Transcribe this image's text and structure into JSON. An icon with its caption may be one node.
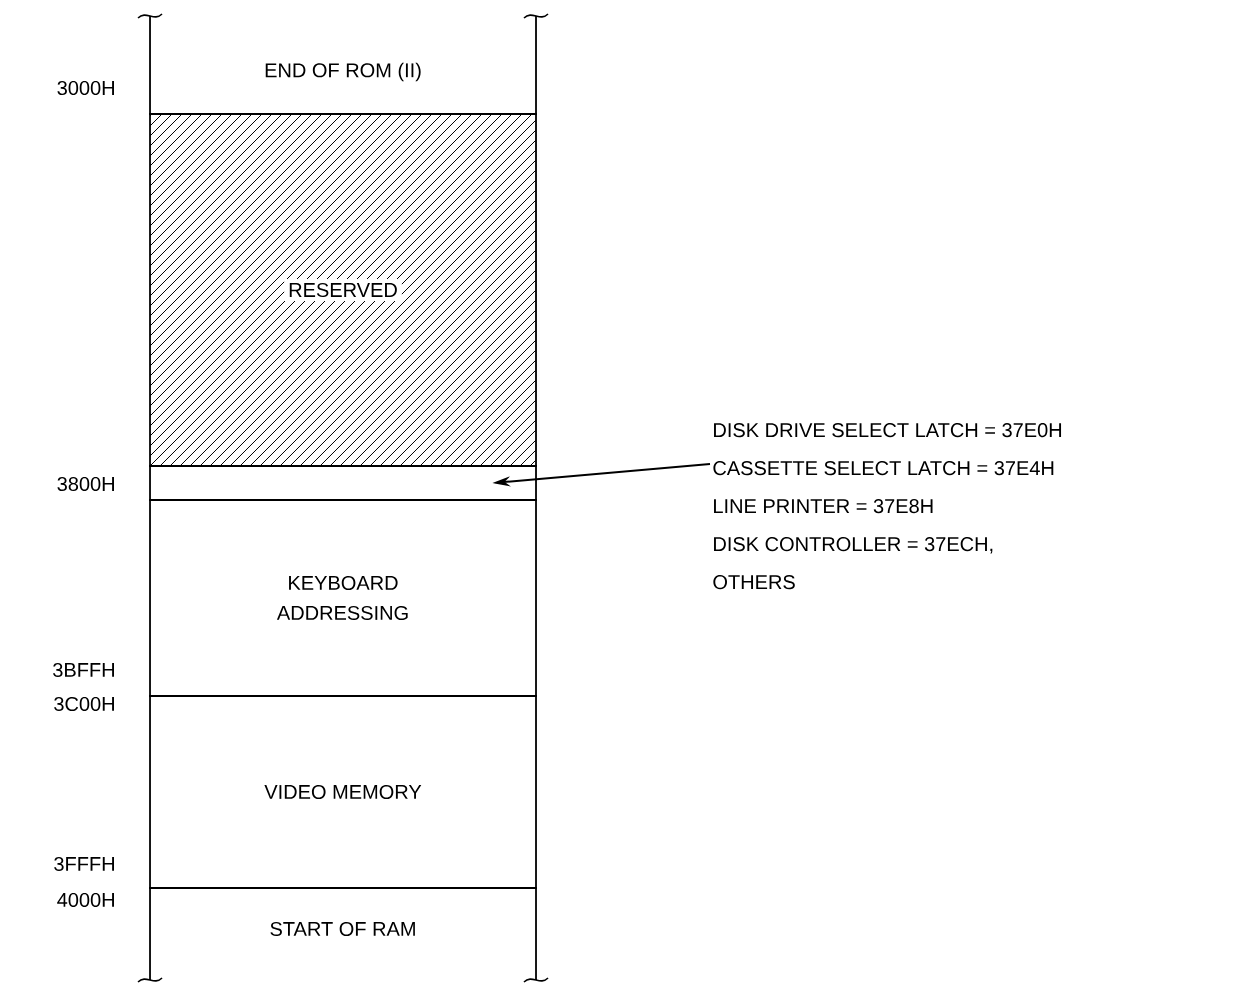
{
  "diagram": {
    "nodes": [
      {
        "text": [
          "END OF ROM (II)"
        ]
      },
      {
        "text": [
          "RESERVED"
        ]
      },
      {
        "text": [],
        "shape": "box"
      },
      {
        "text": [
          "KEYBOARD ADDRESSING"
        ]
      },
      {
        "text": [
          "VIDEO MEMORY"
        ]
      },
      {
        "text": [
          "START OF RAM"
        ]
      },
      {
        "text": [
          "DISK DRIVE SELECT LATCH = 37E0H",
          "CASSETTE SELECT LATCH = 37E4H",
          "LINE PRINTER = 37E8H",
          "DISK CONTROLLER = 37ECH,",
          "OTHERS"
        ]
      }
    ],
    "edges": [
      {
        "from": 6,
        "to": 2,
        "arrow": "to"
      }
    ],
    "labels": [
      "3000H",
      "3800H",
      "3BFFH",
      "3C00H",
      "3FFFH",
      "4000H"
    ]
  }
}
